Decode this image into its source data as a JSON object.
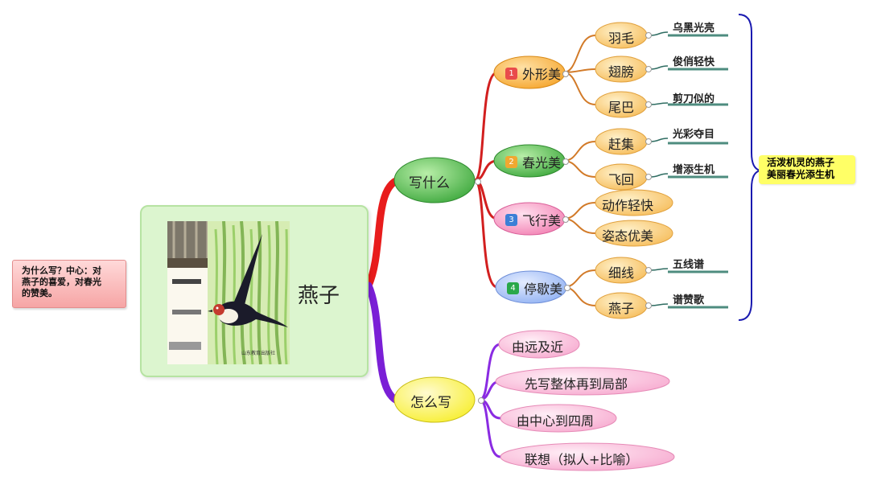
{
  "note": {
    "text": "为什么写？中心：对\n燕子的喜爱，对春光\n的赞美。"
  },
  "center": {
    "title": "燕子",
    "image_text": "山东教育出版社"
  },
  "branches": {
    "what": "写什么",
    "how": "怎么写"
  },
  "what_items": [
    {
      "number": "1",
      "label": "外形美",
      "color": "#e94b4b",
      "children": [
        {
          "label": "羽毛",
          "leaf": "乌黑光亮"
        },
        {
          "label": "翅膀",
          "leaf": "俊俏轻快"
        },
        {
          "label": "尾巴",
          "leaf": "剪刀似的"
        }
      ]
    },
    {
      "number": "2",
      "label": "春光美",
      "color": "#f0a830",
      "children": [
        {
          "label": "赶集",
          "leaf": "光彩夺目"
        },
        {
          "label": "飞回",
          "leaf": "增添生机"
        }
      ]
    },
    {
      "number": "3",
      "label": "飞行美",
      "color": "#3c7fd6",
      "children": [
        {
          "label": "动作轻快"
        },
        {
          "label": "姿态优美"
        }
      ]
    },
    {
      "number": "4",
      "label": "停歇美",
      "color": "#2aa84a",
      "children": [
        {
          "label": "细线",
          "leaf": "五线谱"
        },
        {
          "label": "燕子",
          "leaf": "谱赞歌"
        }
      ]
    }
  ],
  "how_items": [
    {
      "label": "由远及近"
    },
    {
      "label": "先写整体再到局部"
    },
    {
      "label": "由中心到四周"
    },
    {
      "label": "联想（拟人+比喻）"
    }
  ],
  "summary": {
    "text": "活泼机灵的燕子\n美丽春光添生机"
  },
  "colors": {
    "branch_what": "#e81c1c",
    "branch_how": "#7a1fd6",
    "item_line_what": "#d21f1f",
    "item_line_how": "#8a2be2",
    "leaf_line": "#4e8c7f",
    "brace": "#1a1ab0"
  }
}
